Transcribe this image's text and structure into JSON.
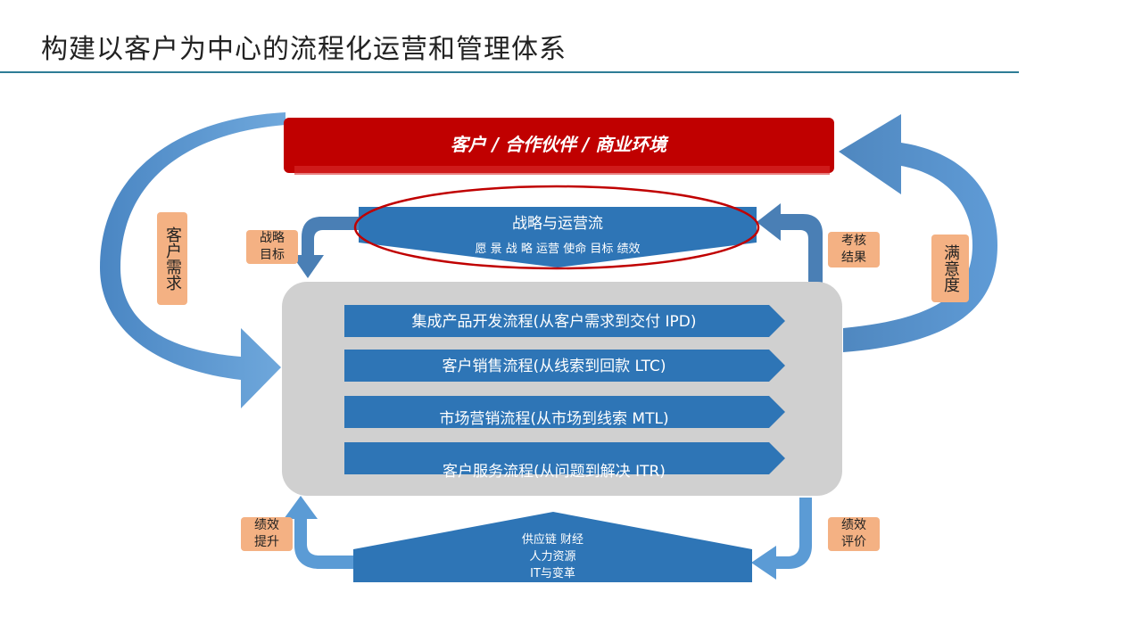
{
  "slide": {
    "title": "构建以客户为中心的流程化运营和管理体系"
  },
  "banner": {
    "text": "客户 / 合作伙伴 / 商业环境"
  },
  "strategy": {
    "title": "战略与运营流",
    "subtitle": "愿 景 战 略 运营 使命 目标 绩效"
  },
  "processes": [
    {
      "label": "集成产品开发流程(从客户需求到交付 IPD)"
    },
    {
      "label": "客户销售流程(从线索到回款    LTC)"
    },
    {
      "label": "市场营销流程(从市场到线索    MTL)"
    },
    {
      "label": "客户服务流程(从问题到解决 ITR)"
    }
  ],
  "support": {
    "line1": "供应链 财经",
    "line2": "人力资源",
    "line3": "IT与变革"
  },
  "labels": {
    "customer_needs": "客户需求",
    "satisfaction": "满意度",
    "strategy_goal": "战略目标",
    "assessment_result": "考核结果",
    "performance_improve": "绩效提升",
    "performance_eval": "绩效评价"
  },
  "colors": {
    "banner_red": "#c00000",
    "process_blue": "#2e75b6",
    "arrow_blue": "#5b9bd5",
    "label_orange": "#f4b183",
    "panel_gray": "#d0d0d0",
    "highlight_ellipse": "#c00000"
  }
}
